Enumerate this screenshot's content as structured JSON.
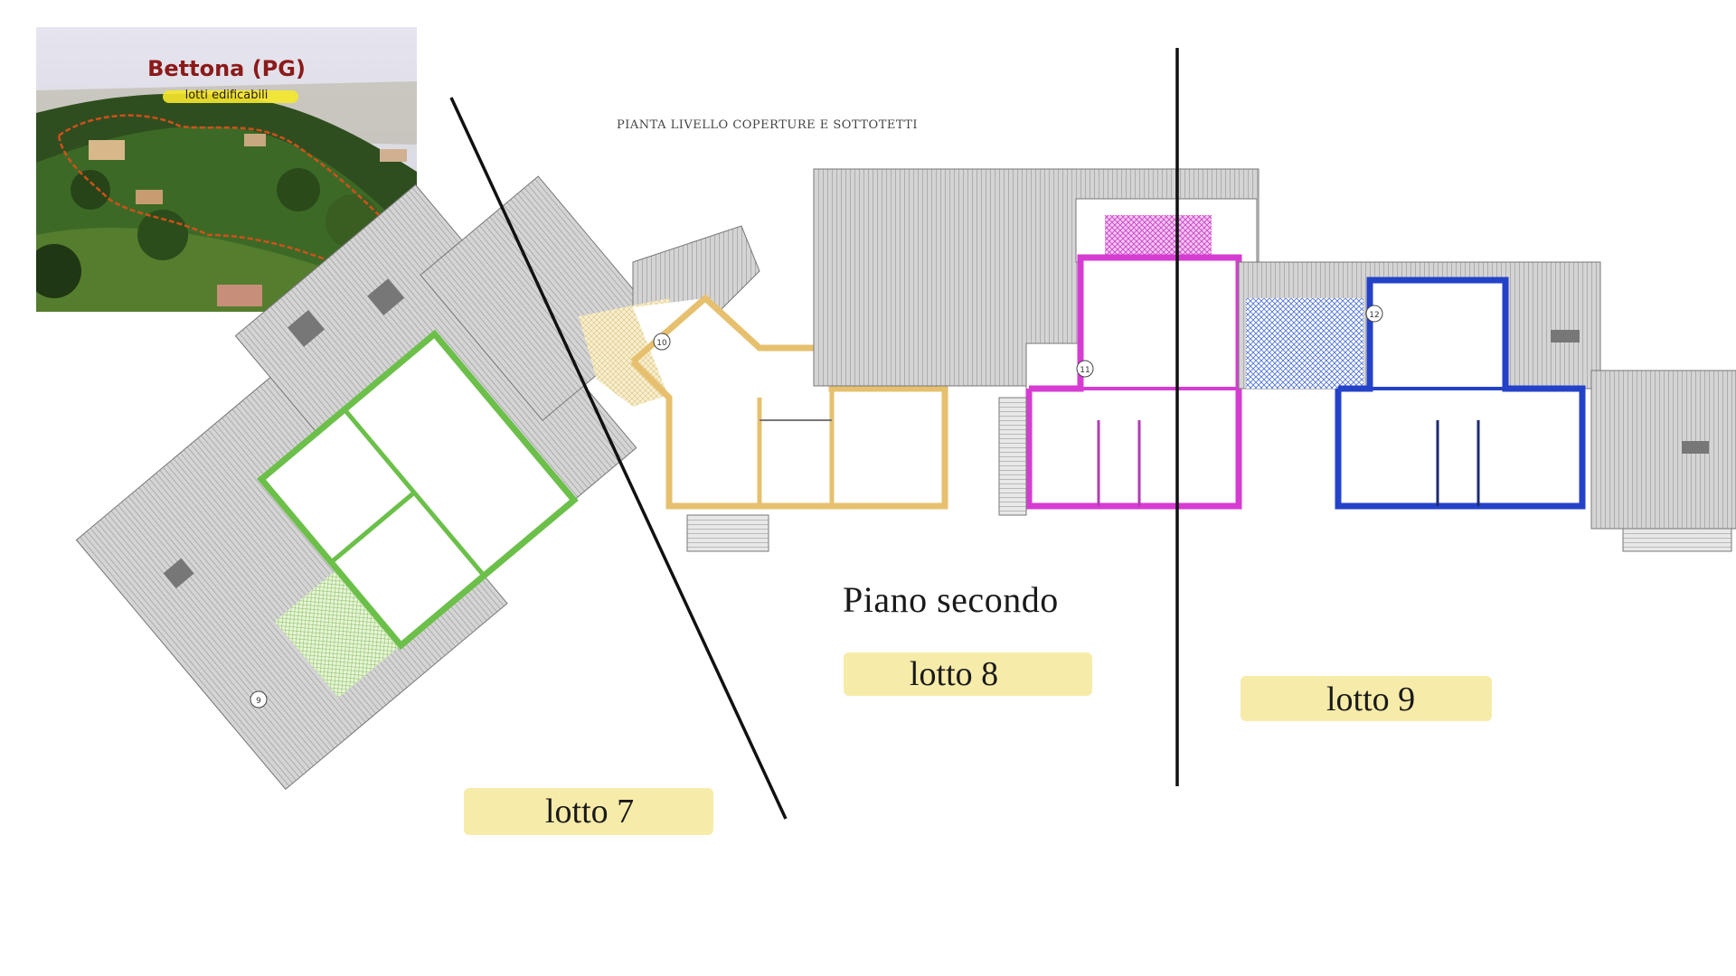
{
  "photo": {
    "title": "Bettona (PG)",
    "subtitle": "lotti edificabili"
  },
  "plan": {
    "title": "PIANTA LIVELLO COPERTURE E SOTTOTETTI",
    "floor_label": "Piano secondo",
    "lots": [
      {
        "label": "lotto 7",
        "color": "#6cc04a",
        "marker": "9"
      },
      {
        "label": "lotto 8",
        "color": "#e6c06e",
        "marker": "10"
      },
      {
        "label": "lotto 8",
        "color": "#d63cd2",
        "marker": "11"
      },
      {
        "label": "lotto 9",
        "color": "#2442c8",
        "marker": "12"
      }
    ]
  },
  "colors": {
    "highlight": "#f6e79a",
    "roof": "#c9c9c9",
    "photo_title": "#8b1a1a"
  }
}
